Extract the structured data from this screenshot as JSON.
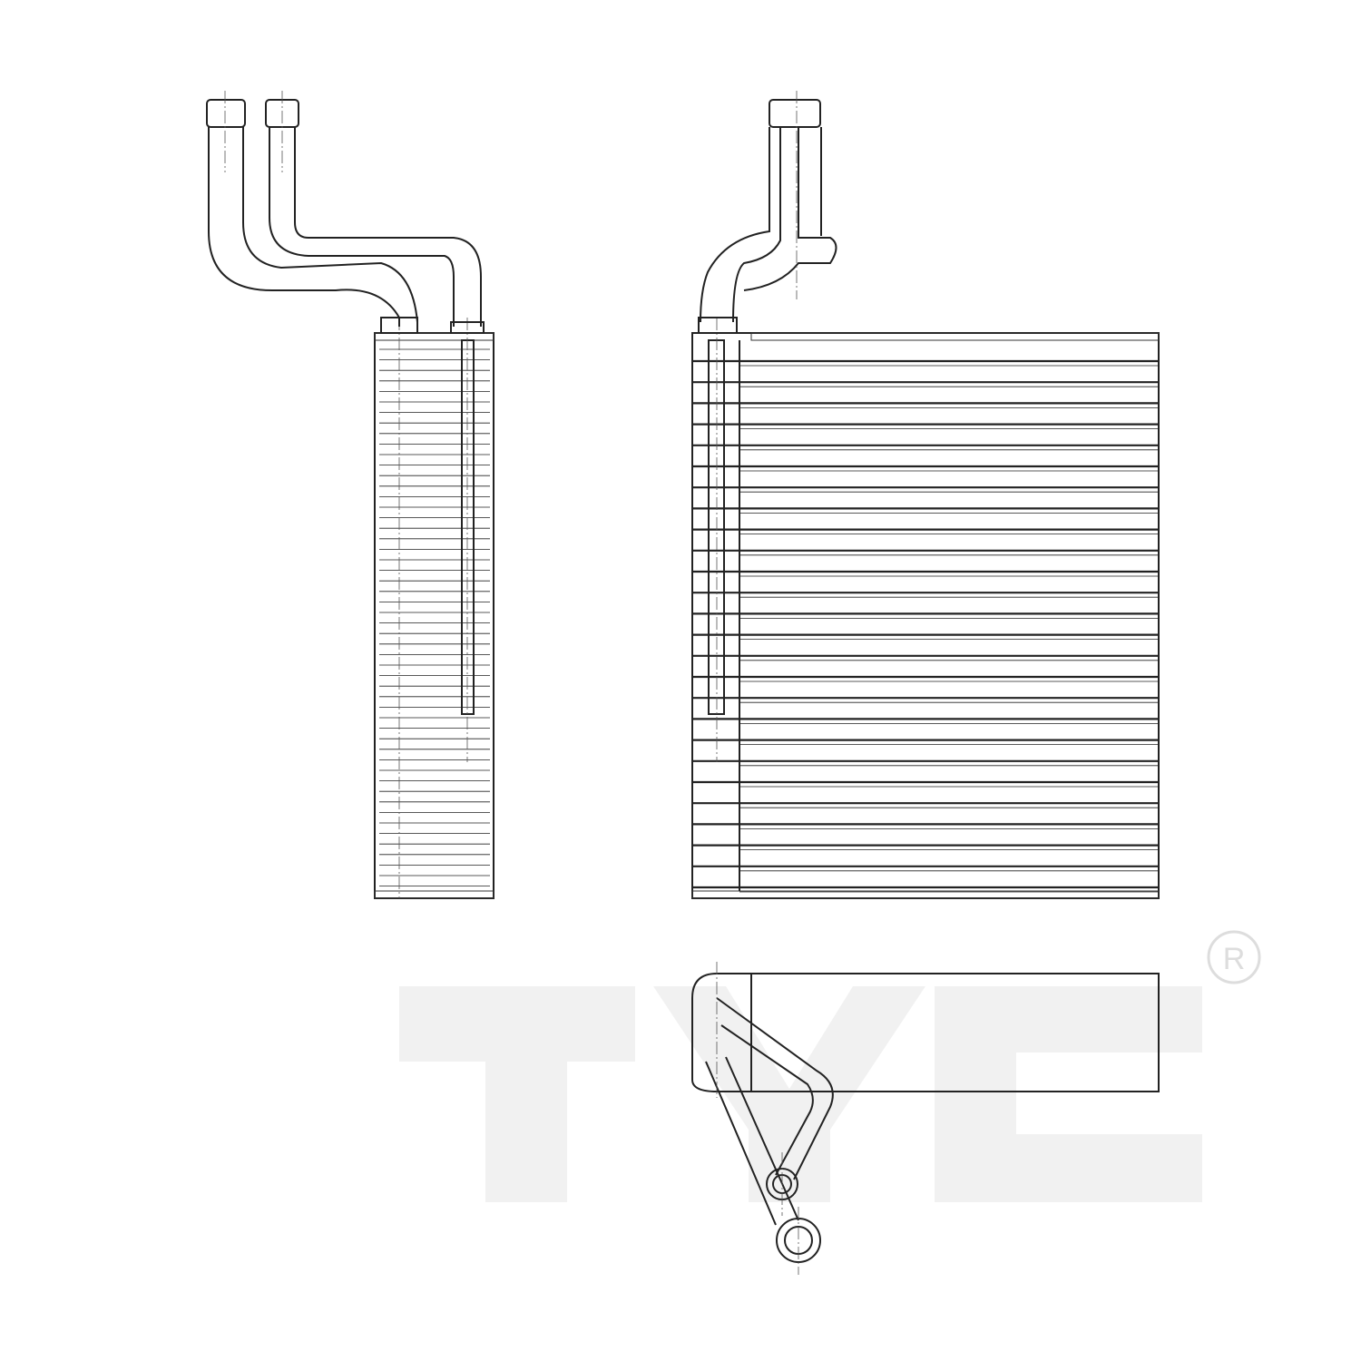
{
  "watermark": {
    "text": "TYC",
    "registered_mark": "®",
    "color": "#f1f1f1"
  },
  "drawing": {
    "views": [
      "side-view",
      "front-view",
      "top-view"
    ],
    "line_color": "#222222",
    "background": "#ffffff"
  }
}
